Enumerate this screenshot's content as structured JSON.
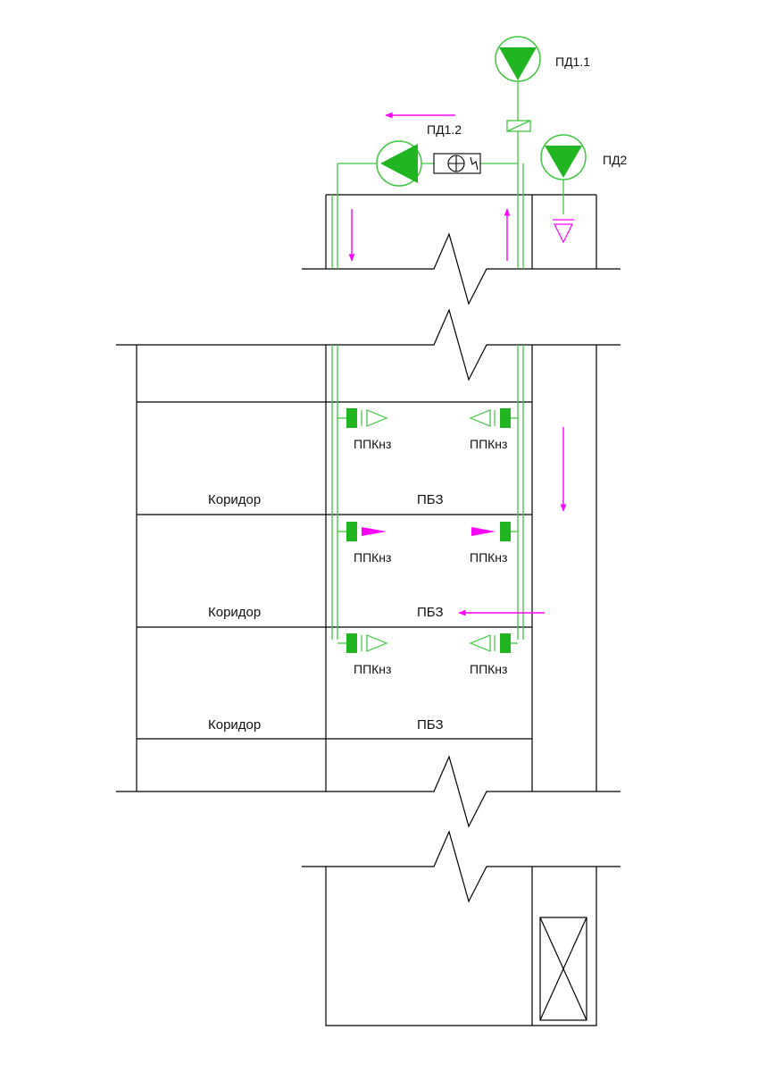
{
  "labels": {
    "fan_pd11": "ПД1.1",
    "fan_pd12": "ПД1.2",
    "fan_pd2": "ПД2",
    "damper": "ППКнз",
    "room_corridor": "Коридор",
    "room_pbz": "ПБЗ"
  },
  "colors": {
    "line": "#000000",
    "duct": "#3ec63e",
    "fan": "#22b522",
    "arrow": "#ff00ff"
  },
  "icons": {
    "fan": "fan-icon",
    "damper": "fire-damper-icon",
    "heater": "heater-icon",
    "ventilation_grille": "grille-icon",
    "shaft_opening": "shaft-crossed-icon"
  }
}
